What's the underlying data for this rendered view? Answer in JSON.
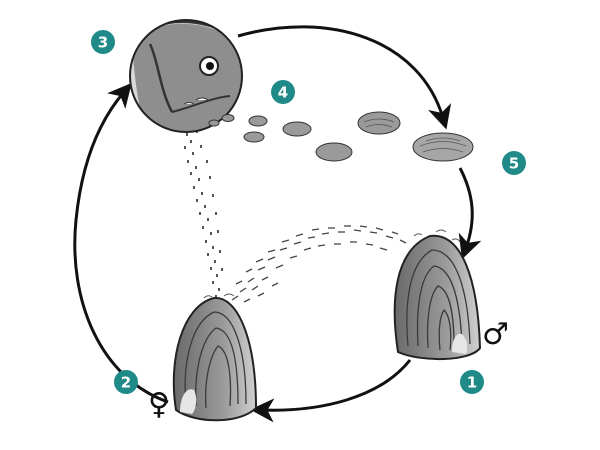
{
  "steps": [
    {
      "number": "1"
    },
    {
      "number": "2"
    },
    {
      "number": "3"
    },
    {
      "number": "4"
    },
    {
      "number": "5"
    }
  ],
  "symbols": {
    "male": "♂",
    "female": "♀"
  },
  "colors": {
    "badge": "#1f8a87",
    "badge_text": "#ffffff",
    "arrow": "#111111",
    "shell_dark": "#555555",
    "shell_mid": "#888888",
    "shell_light": "#bdbdbd",
    "fish_body": "#9a9a9a"
  },
  "icons": [
    "male-symbol-icon",
    "female-symbol-icon",
    "fish-icon",
    "mussel-shell-icon",
    "larva-icon"
  ]
}
